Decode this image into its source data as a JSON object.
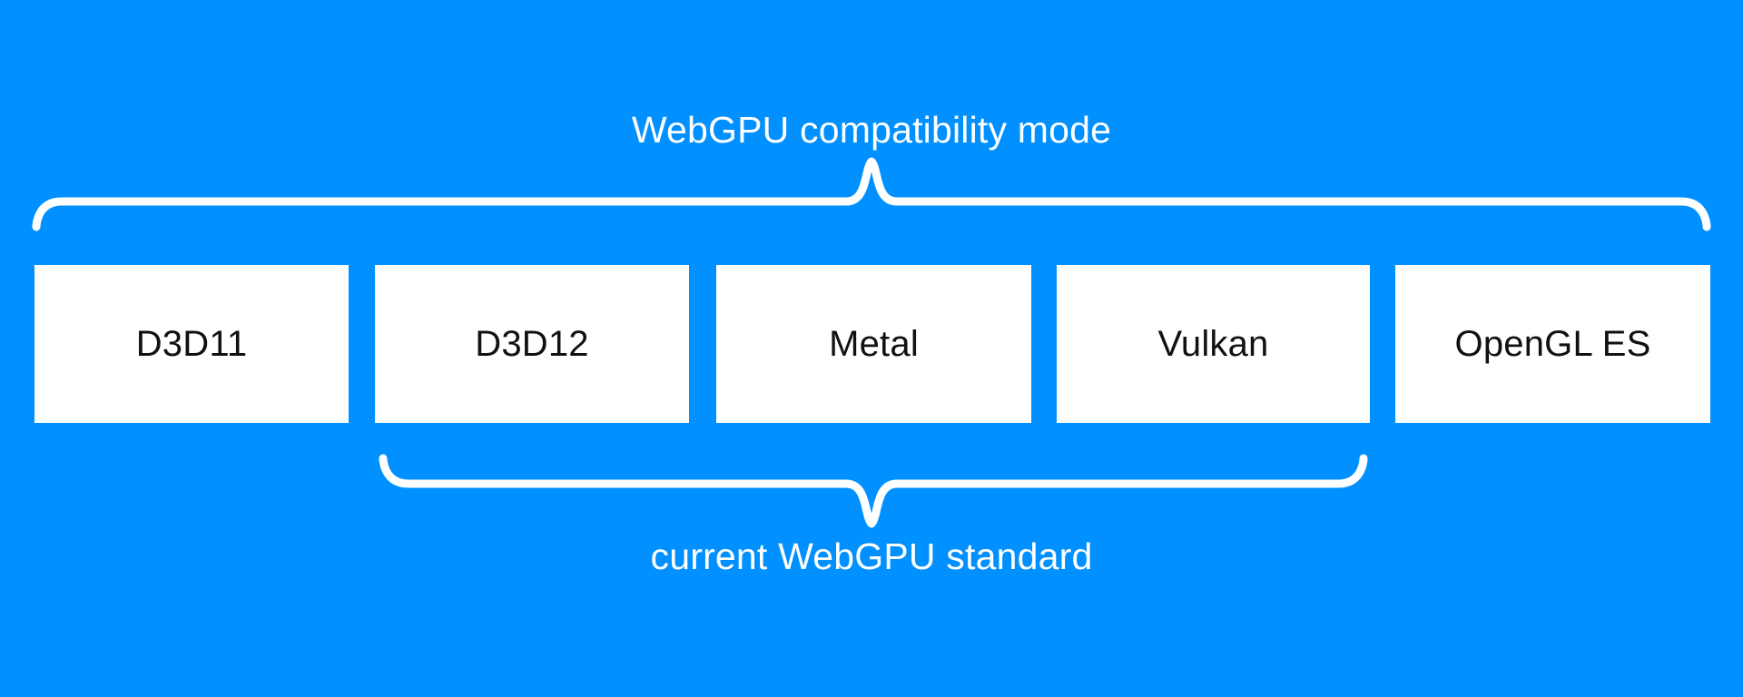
{
  "diagram": {
    "title": "WebGPU compatibility mode",
    "caption": "current WebGPU standard",
    "background_color": "#0090ff",
    "box_fill_color": "#ffffff",
    "box_text_color": "#111111",
    "label_text_color": "#ffffff",
    "brace_color": "#ffffff",
    "boxes": [
      {
        "label": "D3D11"
      },
      {
        "label": "D3D12"
      },
      {
        "label": "Metal"
      },
      {
        "label": "Vulkan"
      },
      {
        "label": "OpenGL ES"
      }
    ],
    "braces": {
      "top": {
        "name": "compatibility-mode-brace",
        "spans_boxes": "D3D11 through OpenGL ES"
      },
      "bottom": {
        "name": "current-standard-brace",
        "spans_boxes": "D3D12 through Vulkan"
      }
    }
  }
}
